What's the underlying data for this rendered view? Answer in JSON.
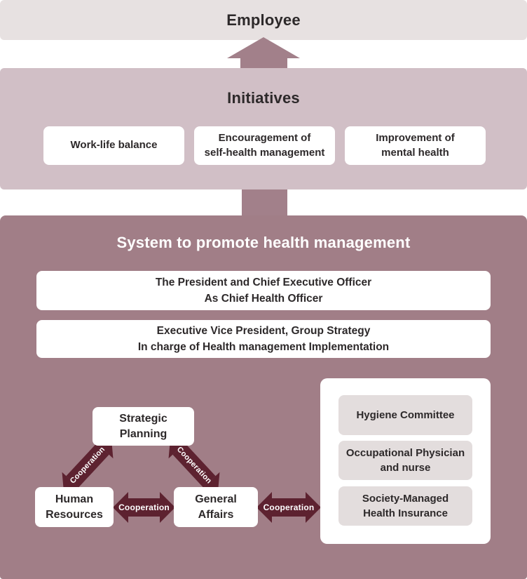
{
  "colors": {
    "employee_band_bg": "#e7e1e1",
    "initiatives_band_bg": "#d1bfc6",
    "system_section_bg": "#a17e87",
    "connector_arrow": "#a2808a",
    "cooperation_arrow": "#5d2230",
    "card_bg": "#ffffff",
    "panel_item_bg": "#e3dddd",
    "text_dark": "#2d292a",
    "text_light": "#ffffff"
  },
  "employee": {
    "title": "Employee"
  },
  "initiatives": {
    "title": "Initiatives",
    "cards": [
      {
        "line1": "Work-life balance",
        "line2": ""
      },
      {
        "line1": "Encouragement of",
        "line2": "self-health management"
      },
      {
        "line1": "Improvement of",
        "line2": "mental health"
      }
    ]
  },
  "system": {
    "title": "System to promote health management",
    "bars": [
      {
        "line1": "The President and Chief Executive Officer",
        "line2": "As Chief Health Officer"
      },
      {
        "line1": "Executive Vice President, Group Strategy",
        "line2": "In charge of Health management Implementation"
      }
    ],
    "org": {
      "strategic": {
        "line1": "Strategic",
        "line2": "Planning"
      },
      "human_resources": {
        "line1": "Human",
        "line2": "Resources"
      },
      "general_affairs": {
        "line1": "General",
        "line2": "Affairs"
      }
    },
    "cooperation_label": "Cooperation",
    "panel": {
      "items": [
        {
          "line1": "Hygiene Committee",
          "line2": ""
        },
        {
          "line1": "Occupational Physician",
          "line2": "and nurse"
        },
        {
          "line1": "Society-Managed",
          "line2": "Health Insurance"
        }
      ]
    }
  }
}
